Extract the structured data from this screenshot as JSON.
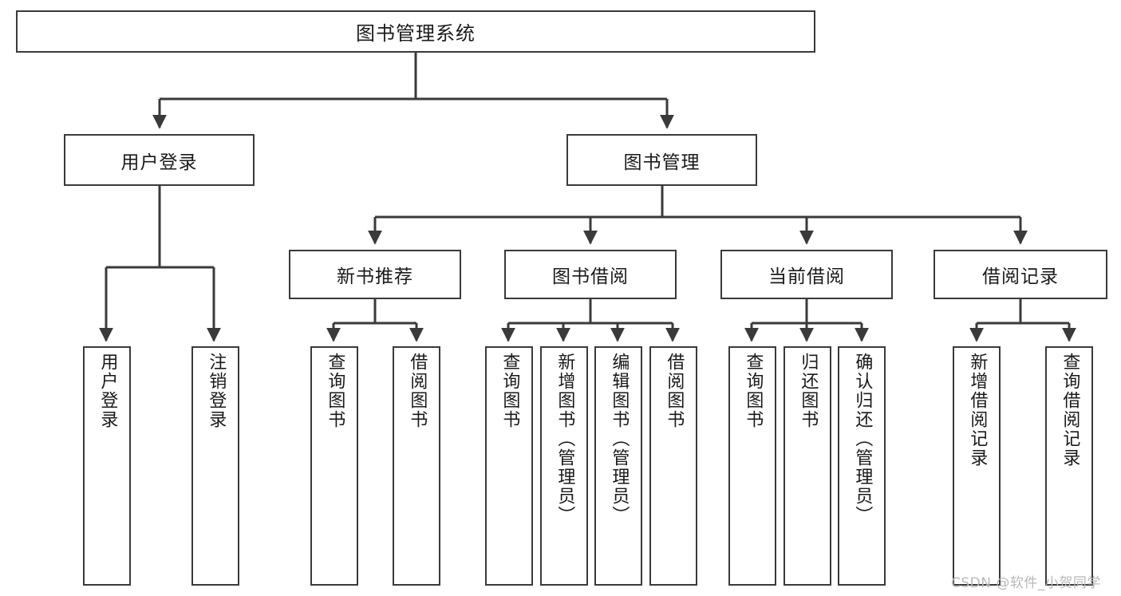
{
  "diagram": {
    "title": "图书管理系统",
    "type": "tree-hierarchy-chart",
    "watermark": "CSDN @软件_小贺同学",
    "colors": {
      "stroke": "#3a3a3a",
      "fill": "#ffffff",
      "text": "#1a1a1a",
      "watermark": "#b9b9b9"
    },
    "levels": {
      "root": {
        "label": "图书管理系统"
      },
      "level2": [
        {
          "id": "user-login",
          "label": "用户登录"
        },
        {
          "id": "book-management",
          "label": "图书管理"
        }
      ],
      "level3": [
        {
          "id": "new-book-recommend",
          "label": "新书推荐"
        },
        {
          "id": "book-borrow",
          "label": "图书借阅"
        },
        {
          "id": "current-borrow",
          "label": "当前借阅"
        },
        {
          "id": "borrow-record",
          "label": "借阅记录"
        }
      ],
      "leaves": {
        "user_login": [
          {
            "id": "leaf-user-login",
            "label": "用户登录"
          },
          {
            "id": "leaf-logout-login",
            "label": "注销登录"
          }
        ],
        "new_book_recommend": [
          {
            "id": "leaf-query-book-1",
            "label": "查询图书"
          },
          {
            "id": "leaf-borrow-book-1",
            "label": "借阅图书"
          }
        ],
        "book_borrow": [
          {
            "id": "leaf-query-book-2",
            "label": "查询图书"
          },
          {
            "id": "leaf-add-book-admin",
            "label": "新增图书（管理员）"
          },
          {
            "id": "leaf-edit-book-admin",
            "label": "编辑图书（管理员）"
          },
          {
            "id": "leaf-borrow-book-2",
            "label": "借阅图书"
          }
        ],
        "current_borrow": [
          {
            "id": "leaf-query-book-3",
            "label": "查询图书"
          },
          {
            "id": "leaf-return-book",
            "label": "归还图书"
          },
          {
            "id": "leaf-confirm-return-admin",
            "label": "确认归还（管理员）"
          }
        ],
        "borrow_record": [
          {
            "id": "leaf-add-borrow-record",
            "label": "新增借阅记录"
          },
          {
            "id": "leaf-query-borrow-record",
            "label": "查询借阅记录"
          }
        ]
      }
    }
  }
}
